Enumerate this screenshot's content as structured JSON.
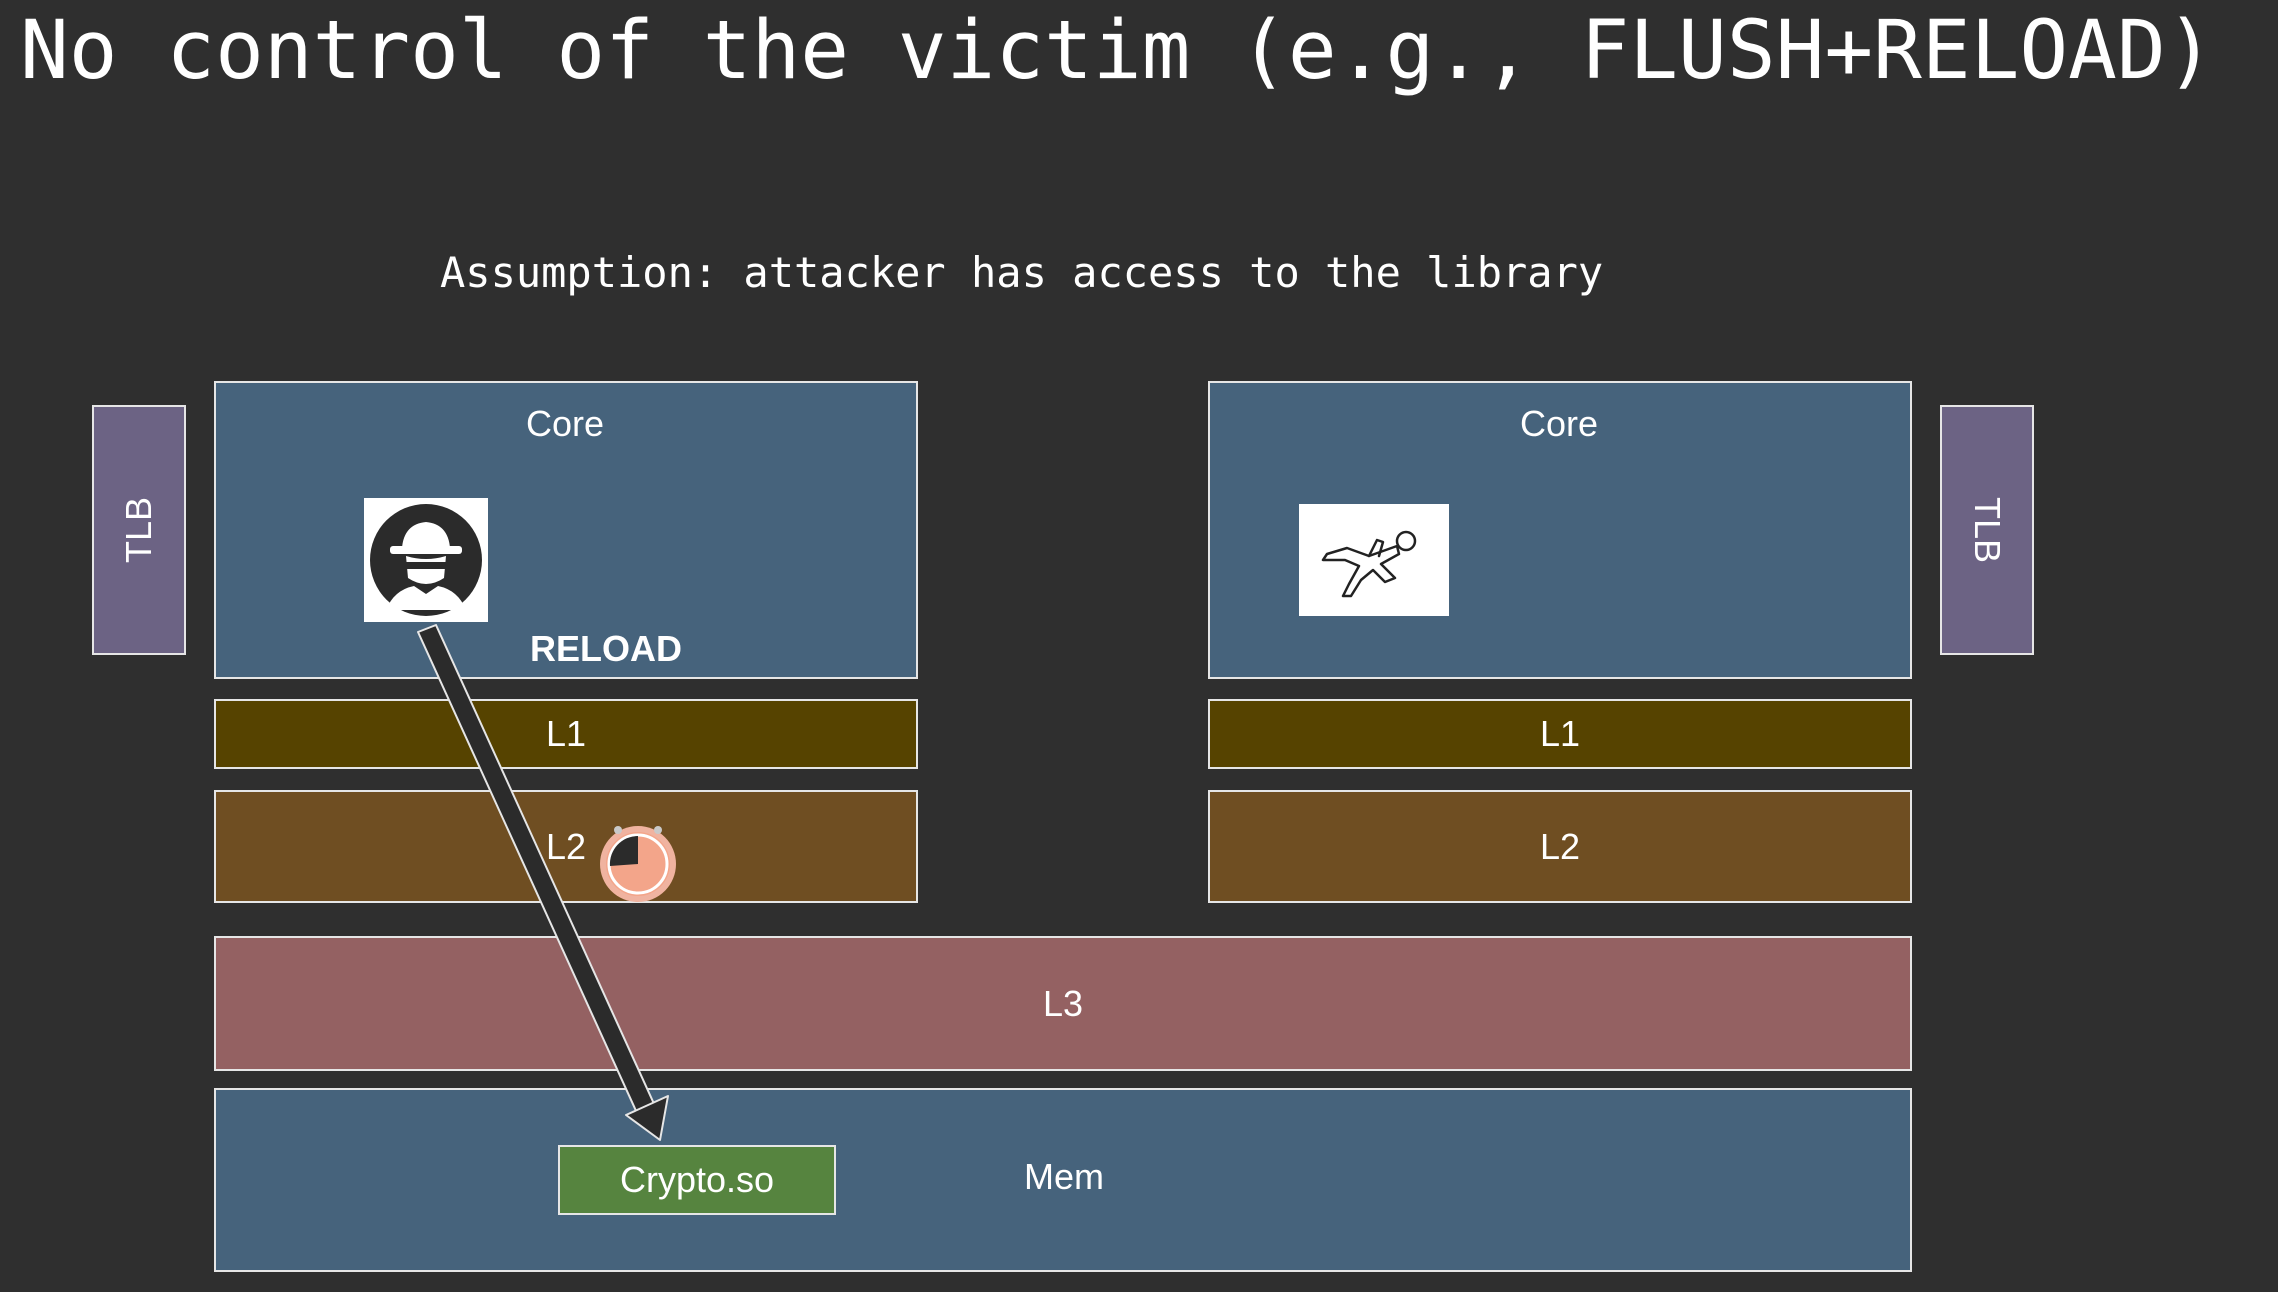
{
  "title": "No control of the victim (e.g., FLUSH+RELOAD)",
  "subtitle": "Assumption: attacker has access to the library",
  "left": {
    "tlb_label": "TLB",
    "core_label": "Core",
    "action_label": "RELOAD",
    "l1_label": "L1",
    "l2_label": "L2",
    "icon": "spy-icon"
  },
  "right": {
    "tlb_label": "TLB",
    "core_label": "Core",
    "l1_label": "L1",
    "l2_label": "L2",
    "icon": "chalk-outline-icon"
  },
  "shared": {
    "l3_label": "L3",
    "mem_label": "Mem",
    "library_label": "Crypto.so"
  },
  "colors": {
    "background": "#2f2f2f",
    "core": "#46637c",
    "l1": "#564300",
    "l2": "#6f4e22",
    "l3": "#946162",
    "mem": "#46637c",
    "tlb": "#6c6384",
    "library": "#56843f",
    "timer": "#f3a58a"
  }
}
